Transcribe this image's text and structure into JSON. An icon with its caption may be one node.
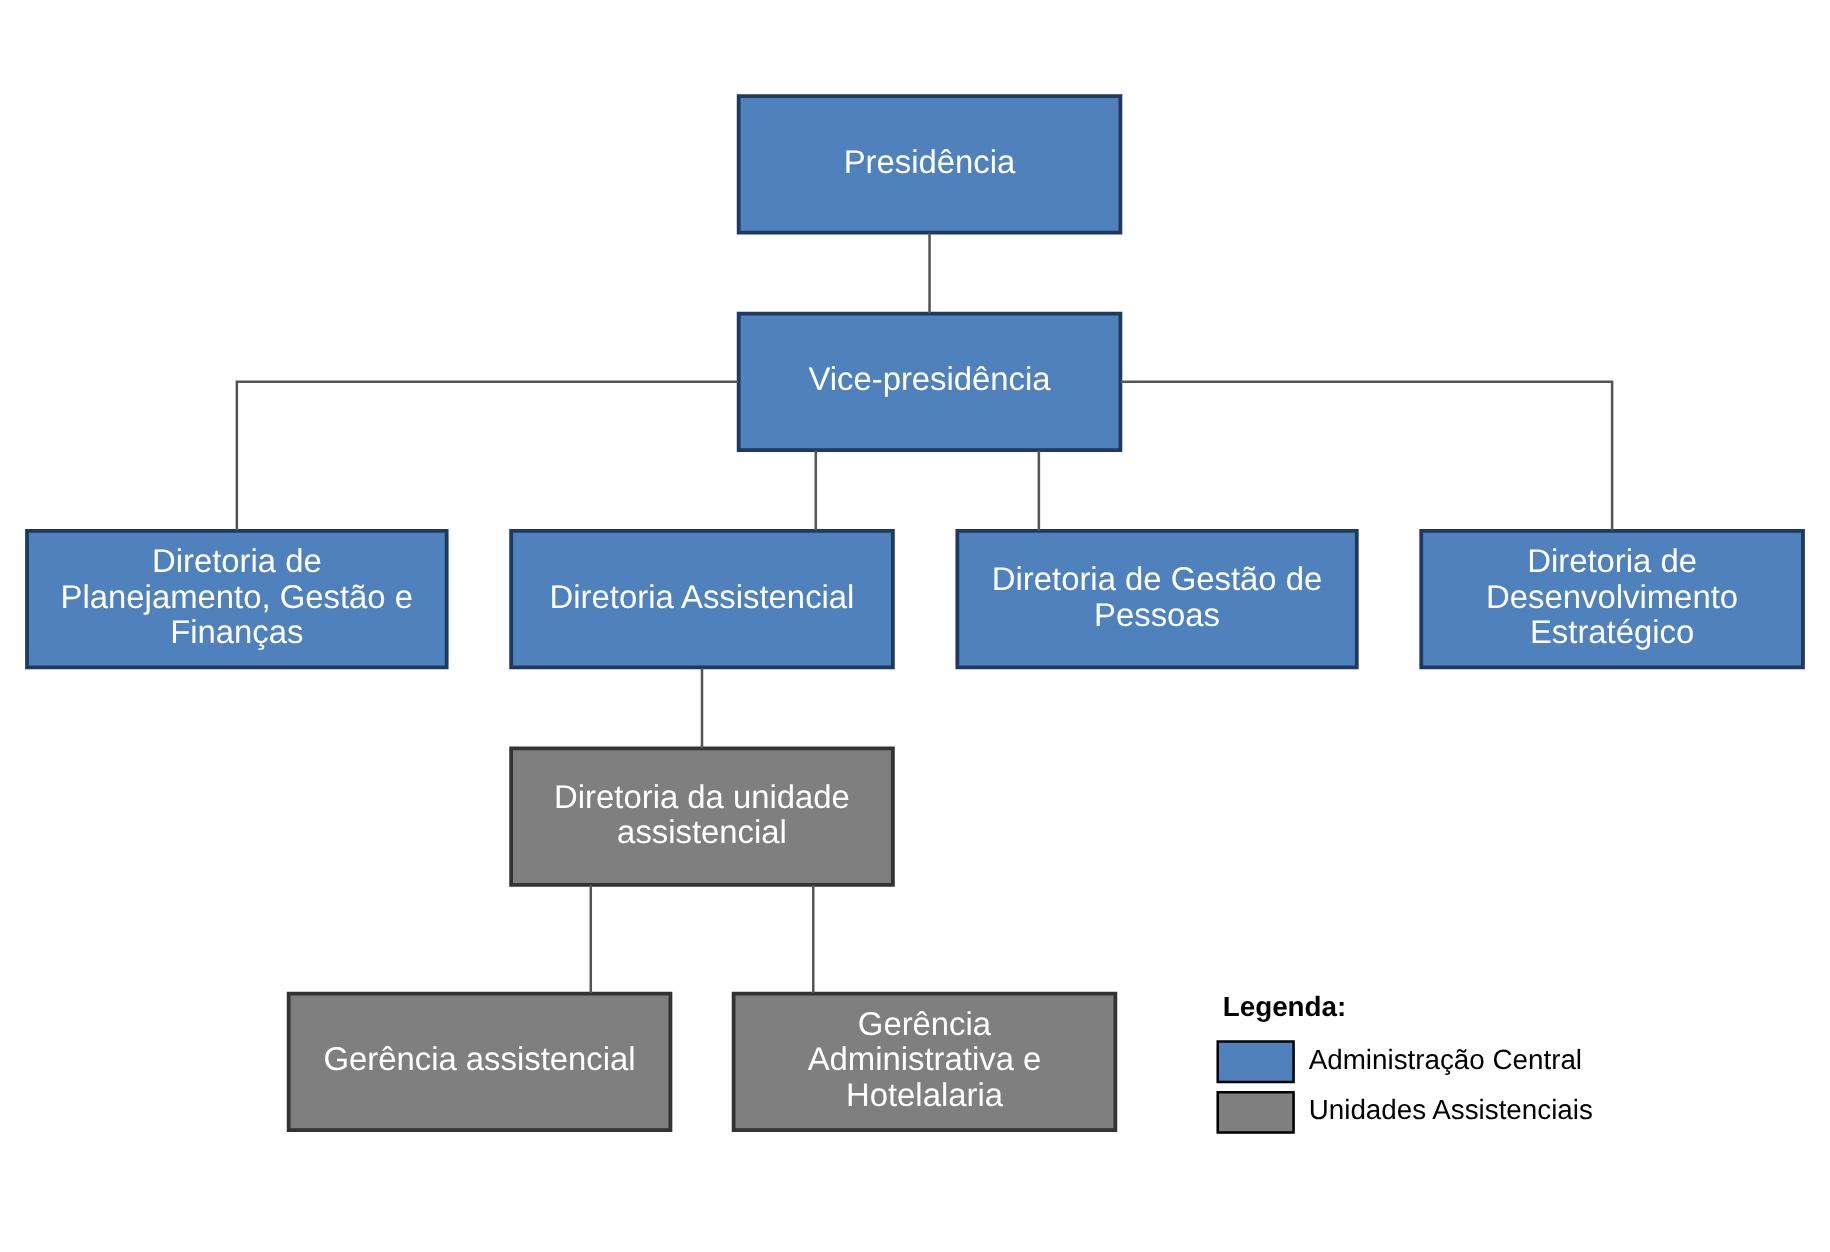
{
  "diagram": {
    "nodes": [
      {
        "text": [
          "Presidência"
        ]
      },
      {
        "text": [
          "Vice-presidência"
        ]
      },
      {
        "text": [
          "Diretoria de Planejamento, Gestão e Finanças"
        ]
      },
      {
        "text": [
          "Diretoria Assistencial"
        ]
      },
      {
        "text": [
          "Diretoria de Gestão de Pessoas"
        ]
      },
      {
        "text": [
          "Diretoria de Desenvolvimento Estratégico"
        ]
      },
      {
        "text": [
          "Diretoria da unidade assistencial"
        ]
      },
      {
        "text": [
          "Gerência assistencial"
        ]
      },
      {
        "text": [
          "Gerência Administrativa e Hotelalaria"
        ]
      }
    ],
    "edges": [
      {
        "from": 0,
        "to": 1,
        "arrow": "none"
      },
      {
        "from": 1,
        "to": 2,
        "arrow": "none"
      },
      {
        "from": 1,
        "to": 3,
        "arrow": "none"
      },
      {
        "from": 1,
        "to": 4,
        "arrow": "none"
      },
      {
        "from": 1,
        "to": 5,
        "arrow": "none"
      },
      {
        "from": 3,
        "to": 6,
        "arrow": "none"
      },
      {
        "from": 6,
        "to": 7,
        "arrow": "none"
      },
      {
        "from": 6,
        "to": 8,
        "arrow": "none"
      }
    ],
    "labels": [
      "Legenda:"
    ],
    "legend": [
      {
        "text": "Administração Central",
        "color": "#4f81bd"
      },
      {
        "text": "Unidades Assistenciais",
        "color": "#7f7f7f"
      }
    ]
  }
}
